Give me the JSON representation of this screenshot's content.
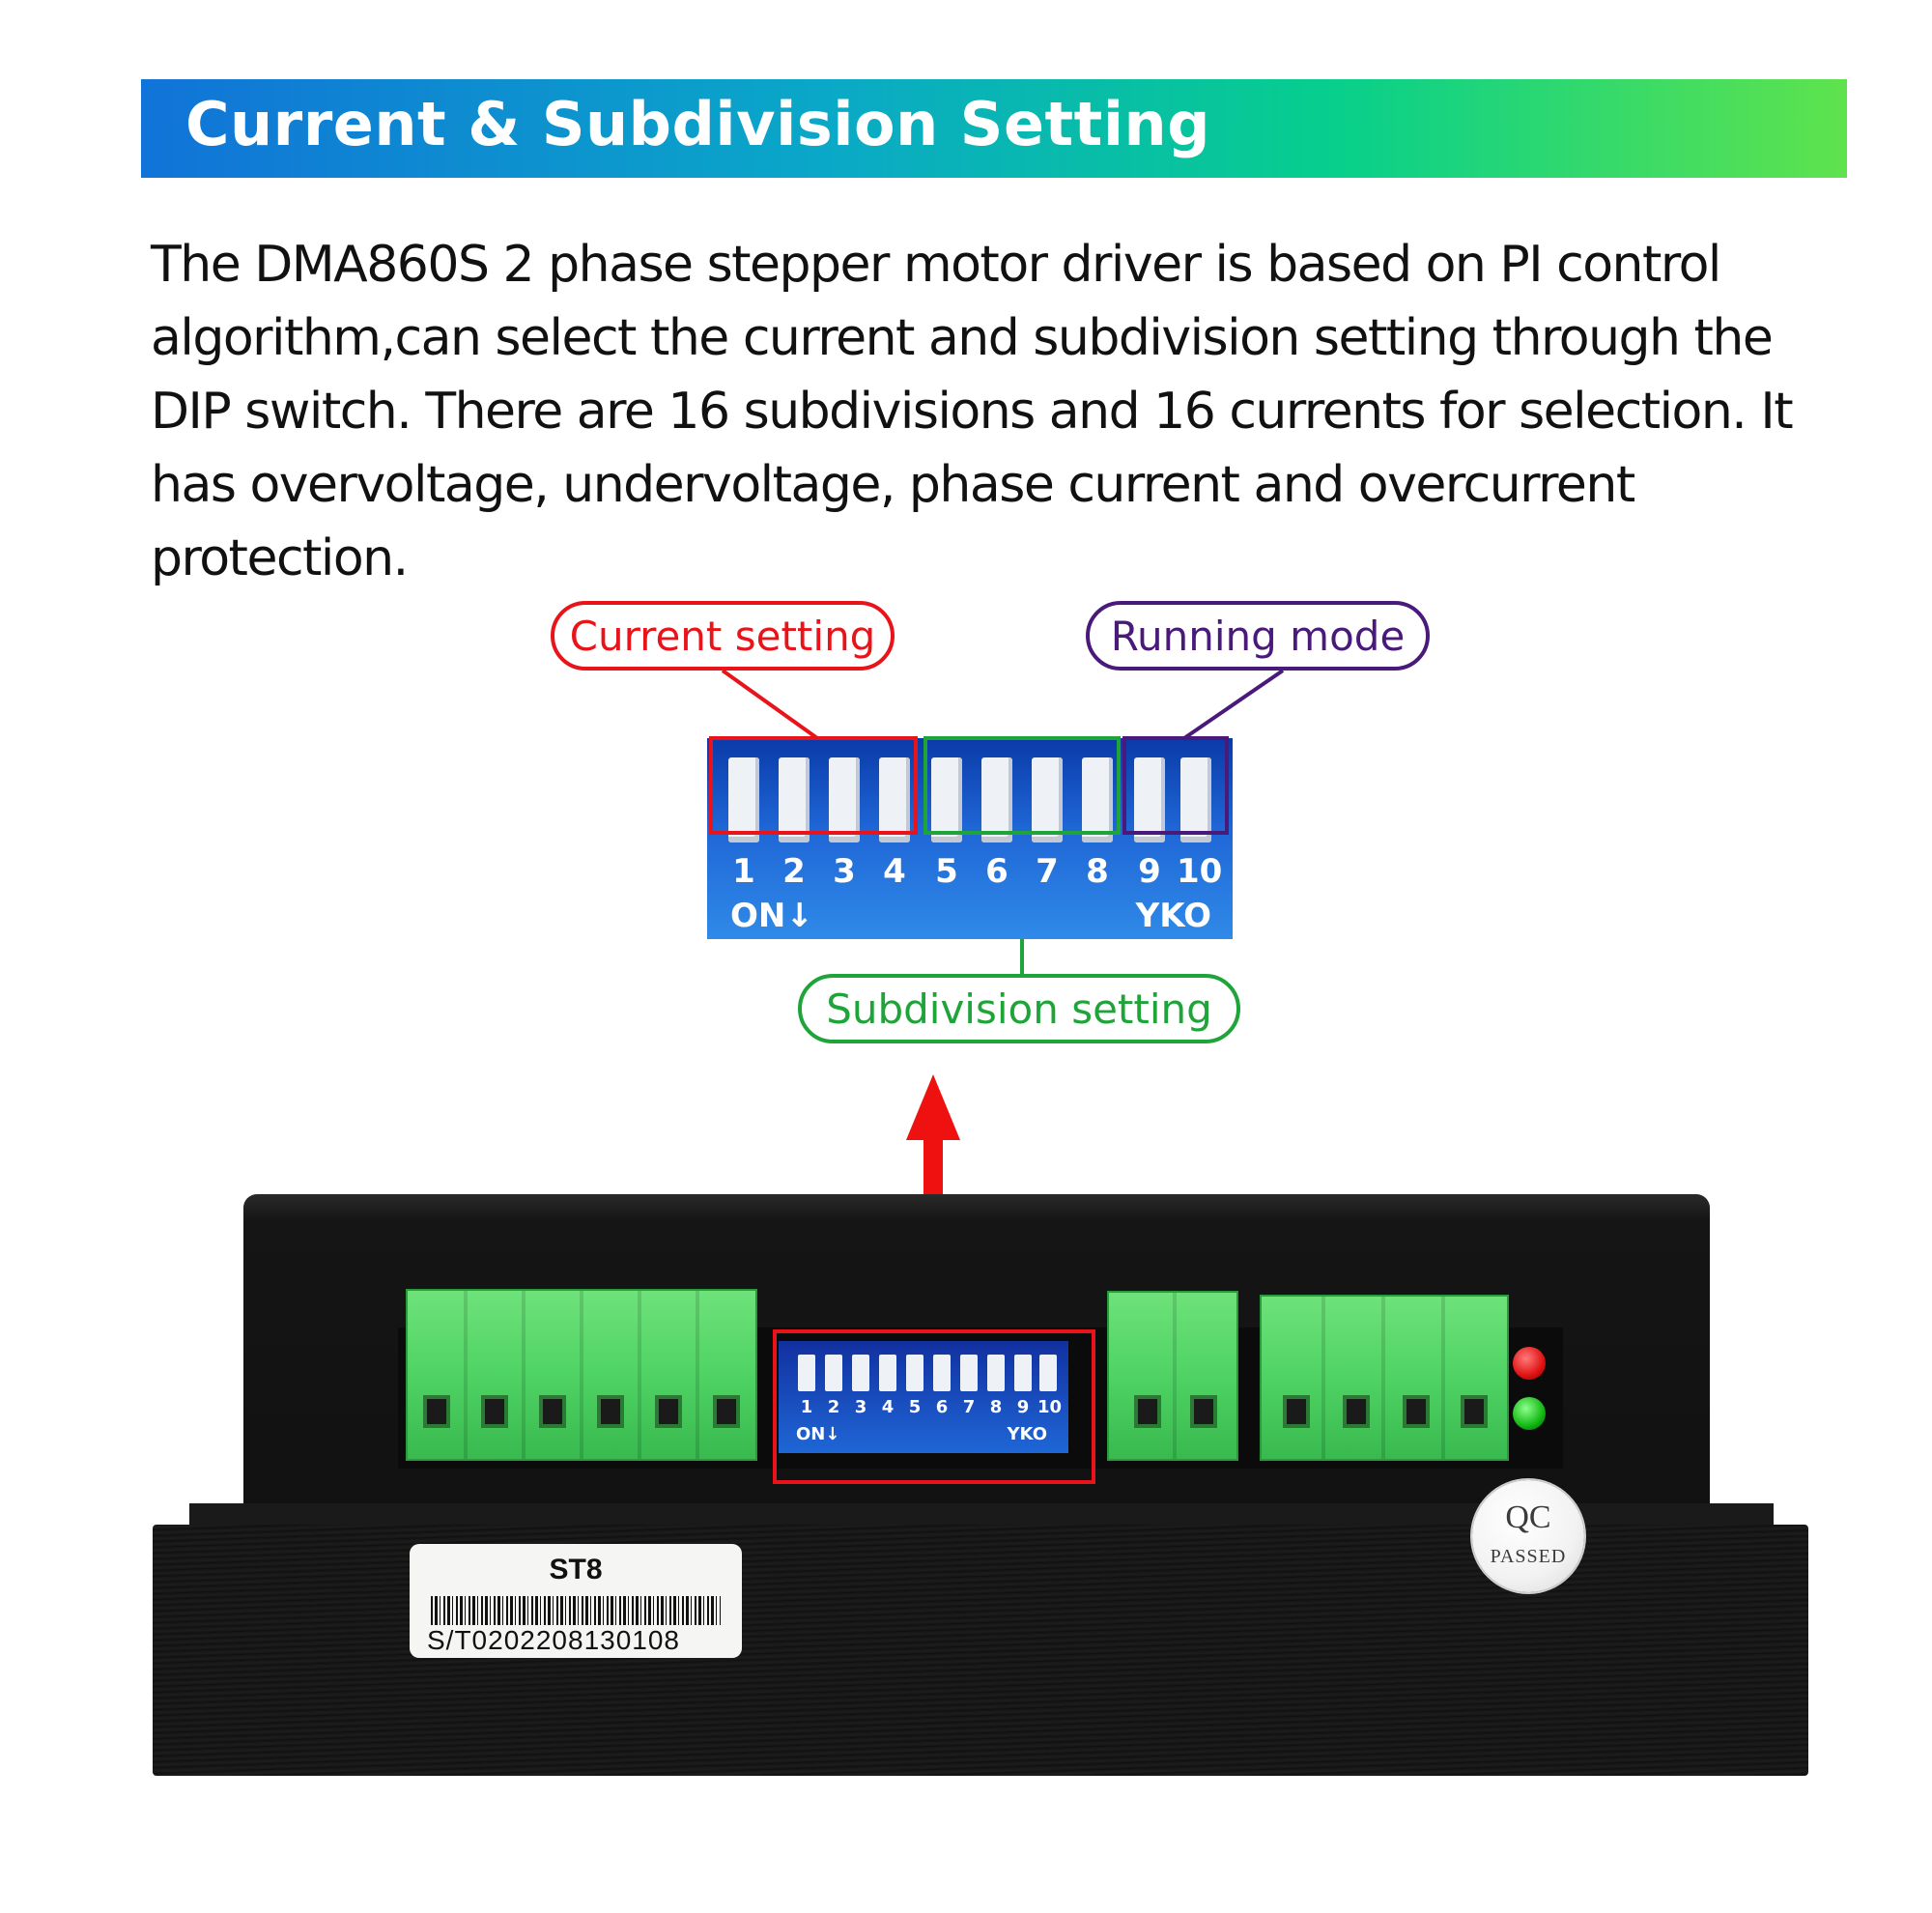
{
  "header": {
    "title": "Current & Subdivision Setting"
  },
  "intro": {
    "lines": [
      "The DMA860S 2 phase stepper motor driver is based on PI control",
      "algorithm,can select the current and subdivision setting through the",
      "DIP switch. There are 16 subdivisions and 16 currents for selection. It",
      "has overvoltage, undervoltage, phase current and overcurrent protection."
    ]
  },
  "callouts": {
    "current": "Current setting",
    "running": "Running mode",
    "subdivision": "Subdivision setting"
  },
  "dip": {
    "numbers": [
      "1",
      "2",
      "3",
      "4",
      "5",
      "6",
      "7",
      "8",
      "9",
      "10"
    ],
    "on_label": "ON↓",
    "brand": "YKO"
  },
  "driver": {
    "model": "ST8",
    "serial": "S/T0202208130108",
    "qc_top": "QC",
    "qc_bottom": "PASSED"
  },
  "colors": {
    "current": "#e8141a",
    "running": "#4a1a7a",
    "subdivision": "#1fa43a",
    "arrow": "#ef1010"
  }
}
